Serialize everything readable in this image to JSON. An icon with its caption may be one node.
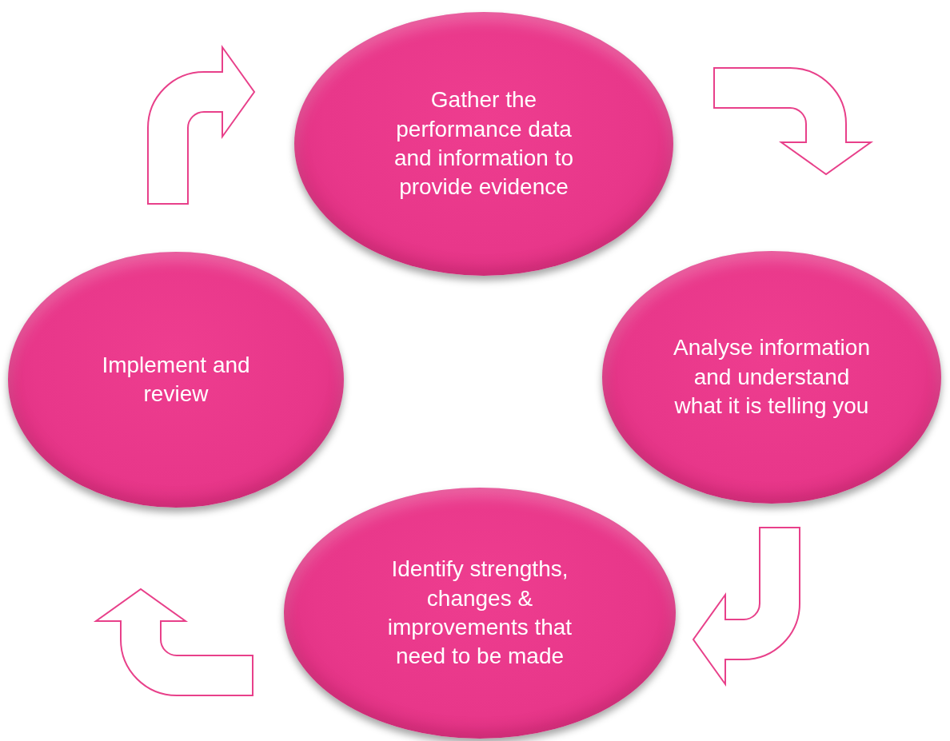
{
  "diagram": {
    "nodes": [
      {
        "text": [
          "Gather the performance data and information to provide evidence"
        ]
      },
      {
        "text": [
          "Analyse information and understand what it is telling you"
        ]
      },
      {
        "text": [
          "Identify strengths, changes & improvements that need to be made"
        ]
      },
      {
        "text": [
          "Implement and review"
        ]
      }
    ],
    "edges": [
      {
        "from": 0,
        "to": 1,
        "arrow": "to"
      },
      {
        "from": 1,
        "to": 2,
        "arrow": "to"
      },
      {
        "from": 2,
        "to": 3,
        "arrow": "to"
      },
      {
        "from": 3,
        "to": 0,
        "arrow": "to"
      }
    ]
  }
}
